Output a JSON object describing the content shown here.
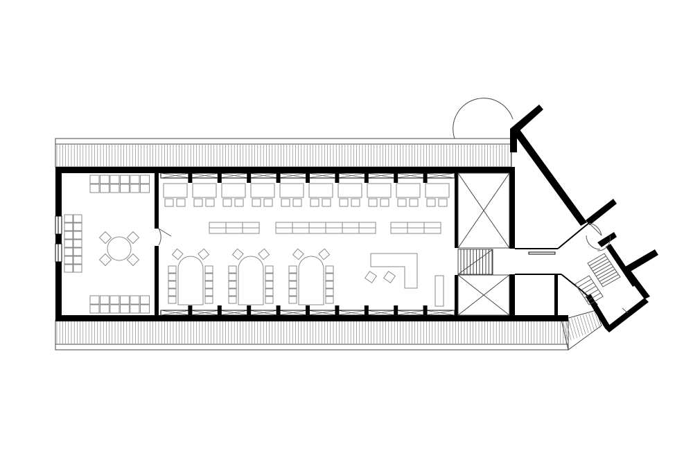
{
  "drawing": {
    "type": "architectural floor plan",
    "colors": {
      "background": "#ffffff",
      "wall": "#000000",
      "furniture_line": "#8a8a8a",
      "roof_hatch": "#555555"
    },
    "rooms": [
      "side-room",
      "main-hall",
      "stair-hall",
      "entry-wing"
    ],
    "counts": {
      "main_hall_window_bays": 10,
      "meeting_table_groups": 3,
      "bench_rows": 3
    }
  }
}
